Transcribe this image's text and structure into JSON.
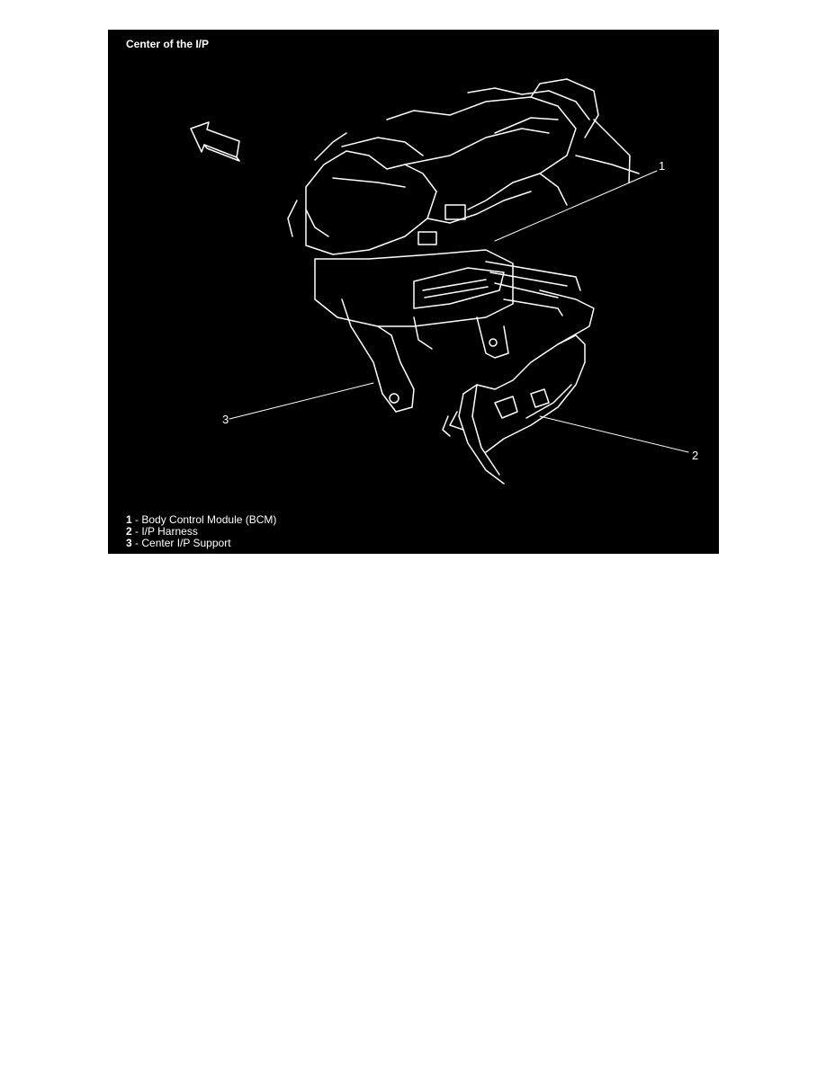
{
  "figure": {
    "title": "Center of the I/P",
    "callouts": [
      "1",
      "2",
      "3"
    ],
    "legend": [
      {
        "num": "1",
        "text": " - Body Control Module (BCM)"
      },
      {
        "num": "2",
        "text": " - I/P Harness"
      },
      {
        "num": "3",
        "text": " - Center I/P Support"
      }
    ],
    "colors": {
      "background": "#000000",
      "line": "#ffffff"
    }
  }
}
